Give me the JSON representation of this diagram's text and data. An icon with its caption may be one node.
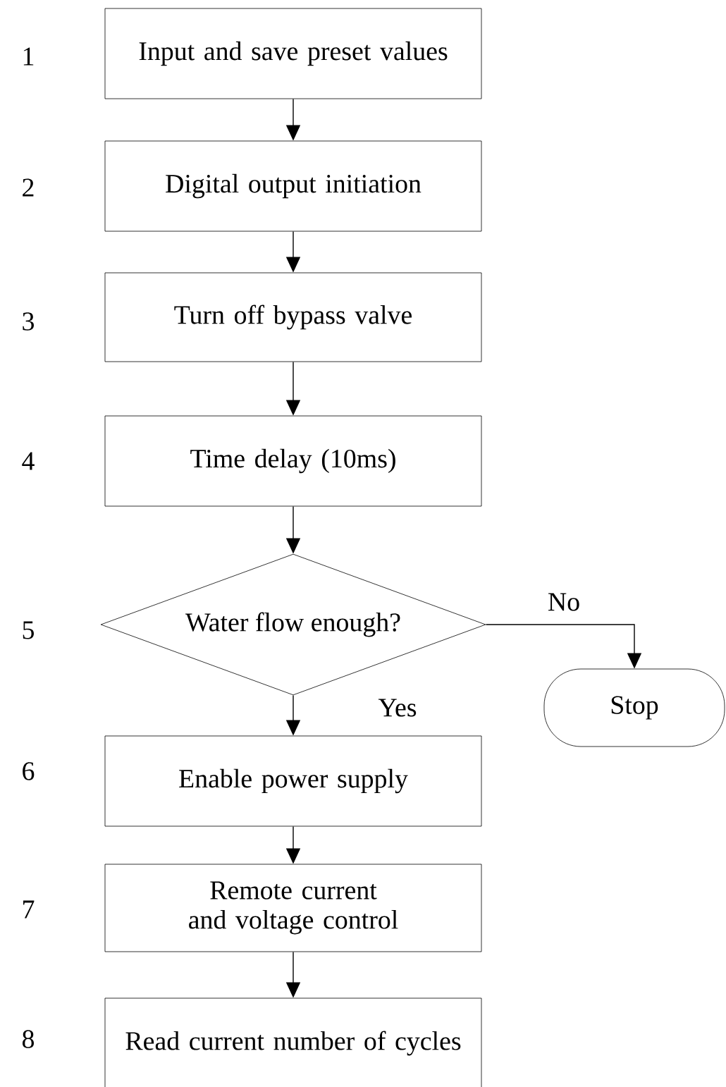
{
  "diagram": {
    "nodes": [
      {
        "text": [
          "Input and save preset values"
        ],
        "beside": [
          "1"
        ]
      },
      {
        "text": [
          "Digital output initiation"
        ],
        "beside": [
          "2"
        ]
      },
      {
        "text": [
          "Turn off bypass valve"
        ],
        "beside": [
          "3"
        ]
      },
      {
        "text": [
          "Time delay (10ms)"
        ],
        "beside": [
          "4"
        ]
      },
      {
        "text": [
          "Water flow enough?"
        ],
        "beside": [
          "5"
        ]
      },
      {
        "text": [
          "Stop"
        ]
      },
      {
        "text": [
          "Enable power supply"
        ],
        "beside": [
          "6"
        ]
      },
      {
        "text": [
          "Remote current and voltage control"
        ],
        "beside": [
          "7"
        ]
      },
      {
        "text": [
          "Read current number of cycles"
        ],
        "beside": [
          "8"
        ]
      }
    ],
    "edges": [
      {
        "from": 0,
        "to": 1,
        "arrow": "to"
      },
      {
        "from": 1,
        "to": 2,
        "arrow": "to"
      },
      {
        "from": 2,
        "to": 3,
        "arrow": "to"
      },
      {
        "from": 3,
        "to": 4,
        "arrow": "to"
      },
      {
        "from": 4,
        "to": 5,
        "arrow": "to",
        "label": "No"
      },
      {
        "from": 4,
        "to": 6,
        "arrow": "to",
        "label": "Yes"
      },
      {
        "from": 6,
        "to": 7,
        "arrow": "to"
      },
      {
        "from": 7,
        "to": 8,
        "arrow": "to"
      }
    ]
  }
}
